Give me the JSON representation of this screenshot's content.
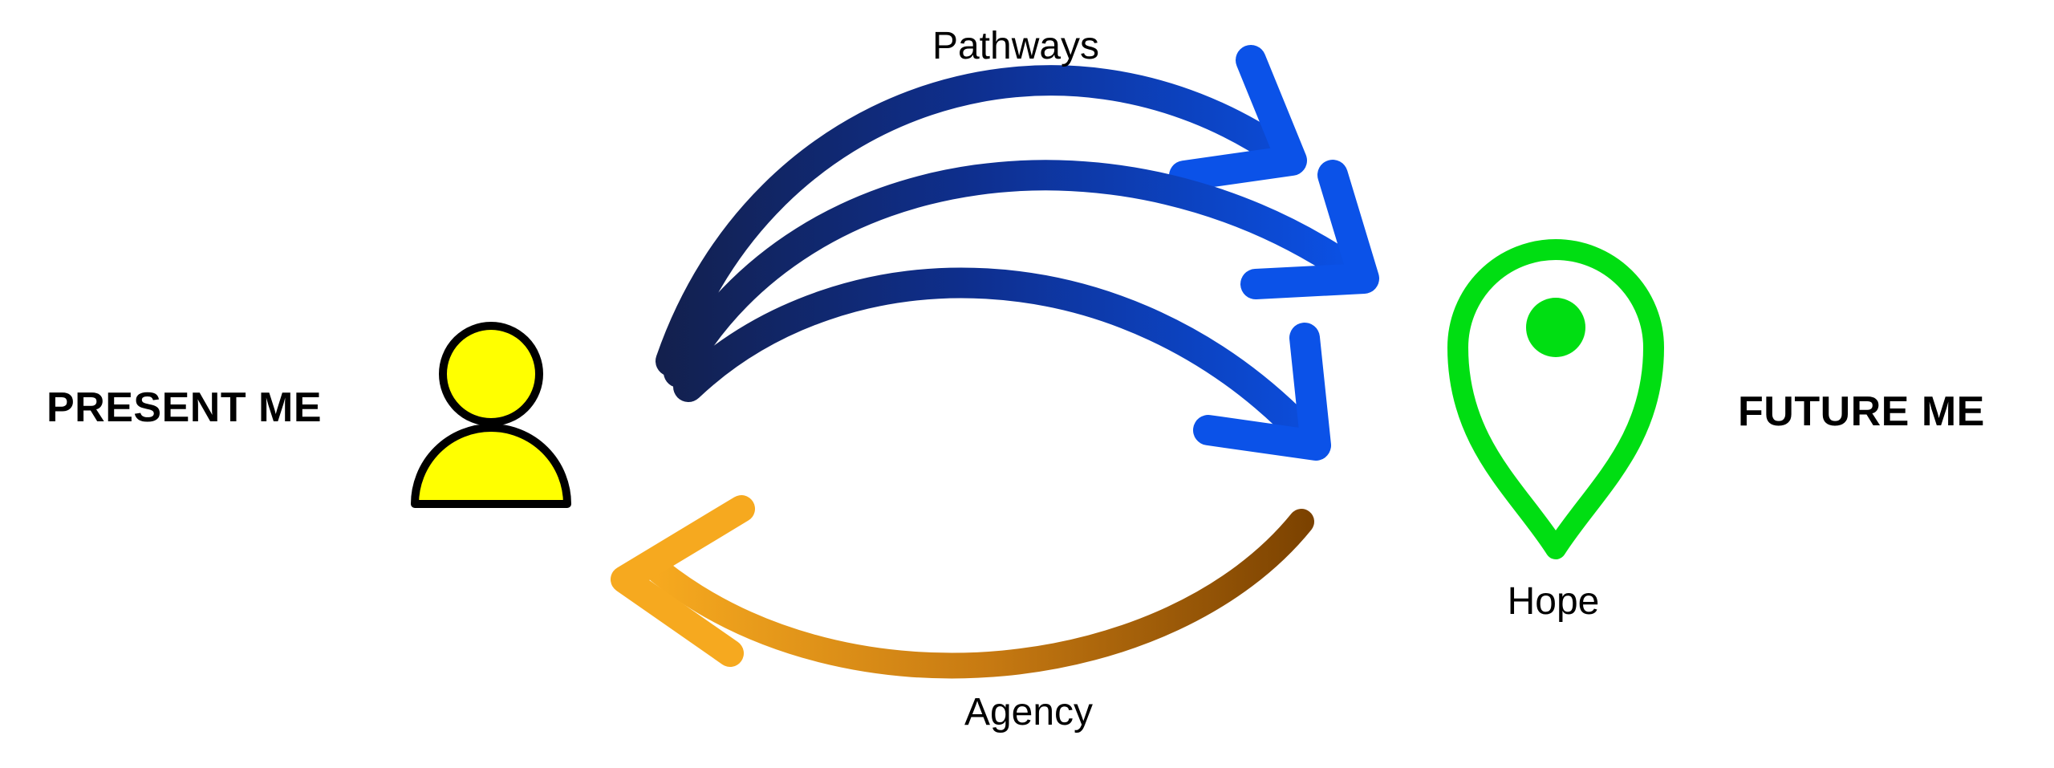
{
  "diagram": {
    "background": "#FFFFFF",
    "text_color": "#000000",
    "nodes": [
      {
        "id": "present-me",
        "label": "PRESENT ME",
        "icon": "person-icon",
        "icon_fill": "#FFFF00",
        "icon_stroke": "#000000"
      },
      {
        "id": "future-me",
        "label": "FUTURE ME",
        "caption": "Hope",
        "icon": "location-pin-icon",
        "icon_color": "#00DE12"
      }
    ],
    "edges": [
      {
        "id": "pathways",
        "from": "present-me",
        "to": "future-me",
        "label": "Pathways",
        "arrow_count": 3,
        "color_start": "#13204D",
        "color_end": "#0B52E8"
      },
      {
        "id": "agency",
        "from": "future-me",
        "to": "present-me",
        "label": "Agency",
        "arrow_count": 1,
        "color_start": "#F6A91F",
        "color_end": "#7A4100"
      }
    ]
  }
}
